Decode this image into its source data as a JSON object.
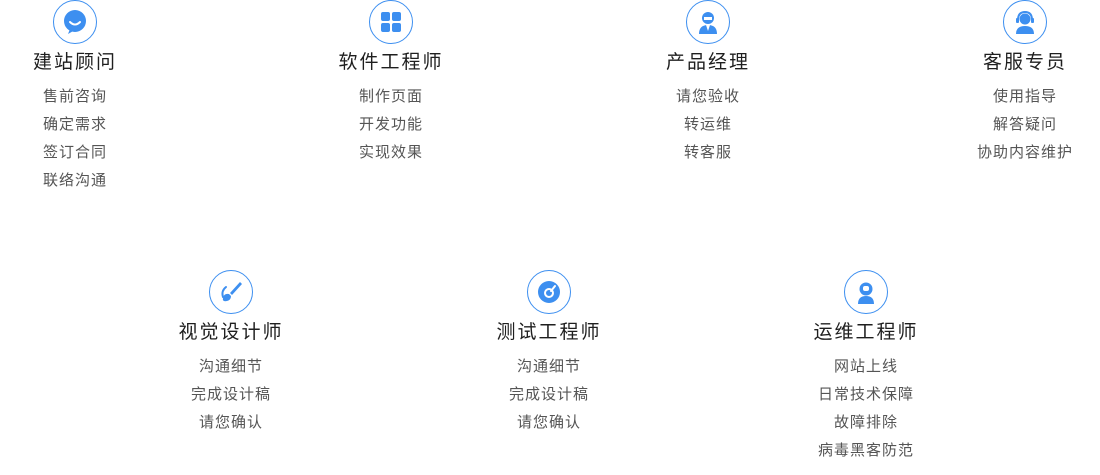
{
  "accent_color": "#3d8ff0",
  "roles": [
    {
      "title": "建站顾问",
      "icon": "chat-bubble-icon",
      "tasks": [
        "售前咨询",
        "确定需求",
        "签订合同",
        "联络沟通"
      ]
    },
    {
      "title": "软件工程师",
      "icon": "grid-apps-icon",
      "tasks": [
        "制作页面",
        "开发功能",
        "实现效果"
      ]
    },
    {
      "title": "产品经理",
      "icon": "manager-person-icon",
      "tasks": [
        "请您验收",
        "转运维",
        "转客服"
      ]
    },
    {
      "title": "客服专员",
      "icon": "headset-person-icon",
      "tasks": [
        "使用指导",
        "解答疑问",
        "协助内容维护"
      ]
    },
    {
      "title": "视觉设计师",
      "icon": "paint-brush-icon",
      "tasks": [
        "沟通细节",
        "完成设计稿",
        "请您确认"
      ]
    },
    {
      "title": "测试工程师",
      "icon": "gauge-icon",
      "tasks": [
        "沟通细节",
        "完成设计稿",
        "请您确认"
      ]
    },
    {
      "title": "运维工程师",
      "icon": "engineer-person-icon",
      "tasks": [
        "网站上线",
        "日常技术保障",
        "故障排除",
        "病毒黑客防范"
      ]
    }
  ]
}
